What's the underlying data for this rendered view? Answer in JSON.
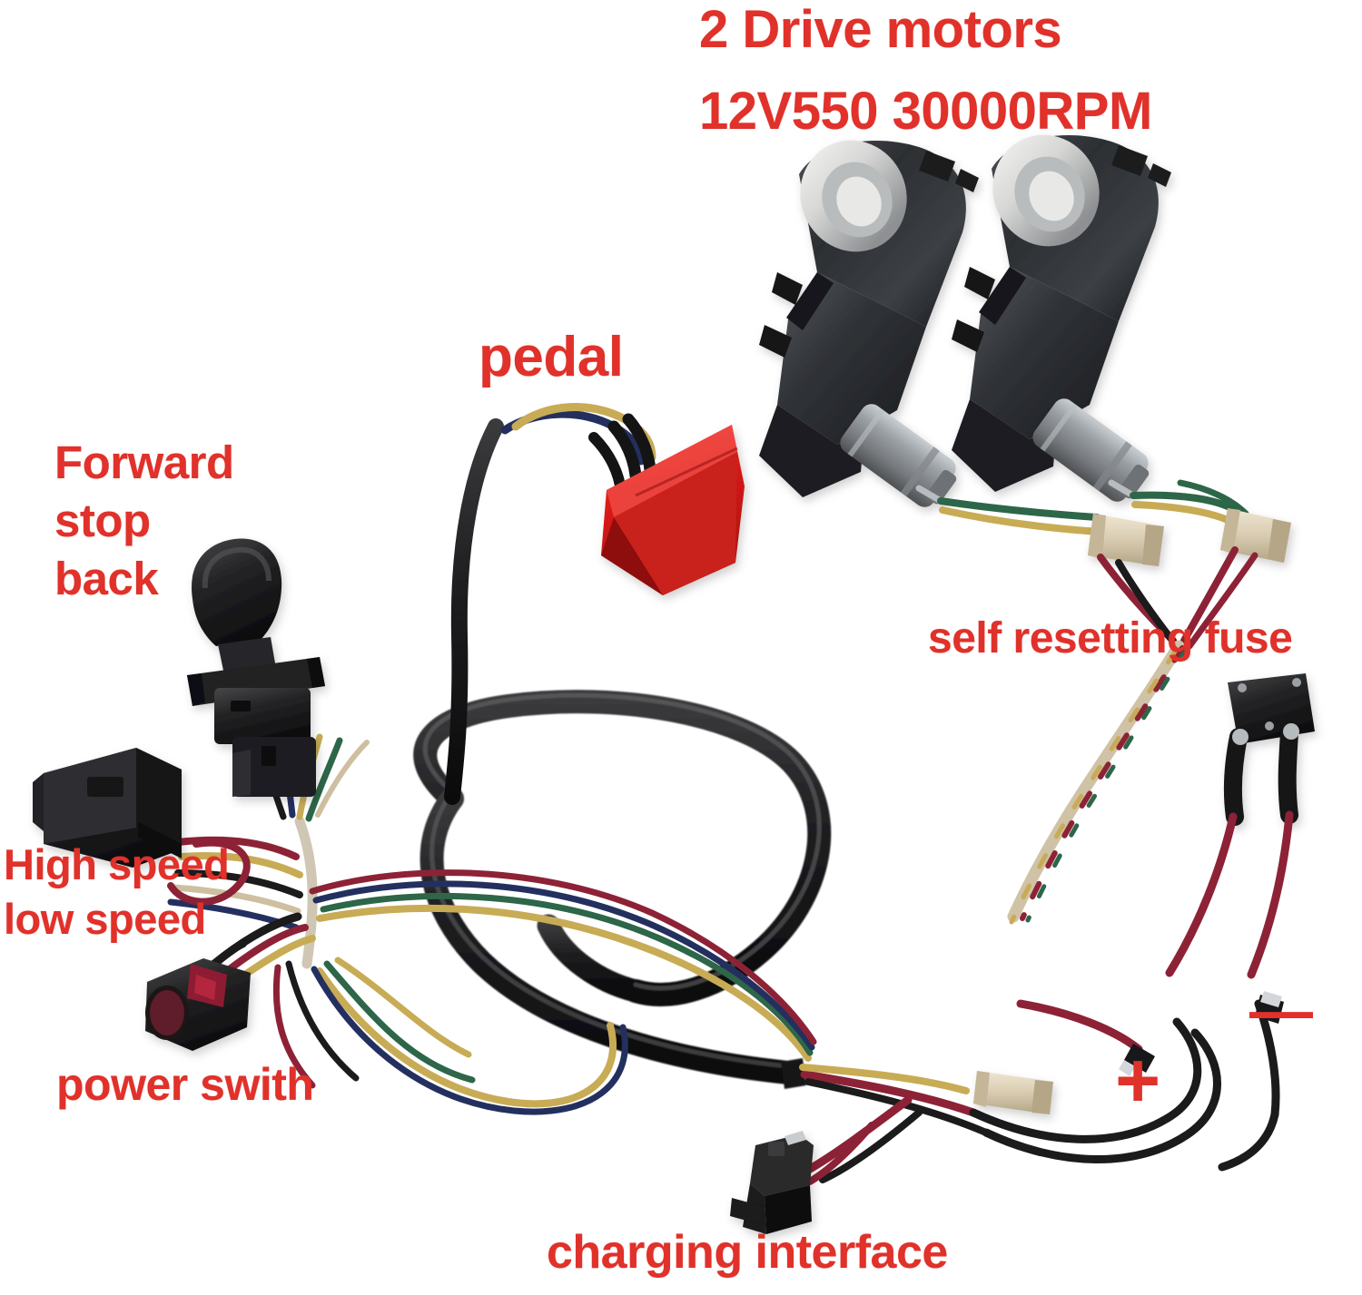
{
  "image": {
    "kind": "product-photo-annotated",
    "subject": "ride-on car wiring harness kit",
    "background_color": "#ffffff",
    "label_color": "#e0312a"
  },
  "labels": {
    "motors": "2 Drive motors\n12V550 30000RPM",
    "motors_line1": "2 Drive motors",
    "motors_line2": "12V550 30000RPM",
    "pedal": "pedal",
    "shifter": "Forward\nstop\nback",
    "shifter_line1": "Forward",
    "shifter_line2": "stop",
    "shifter_line3": "back",
    "speed": "High speed\nlow speed",
    "speed_line1": "High speed",
    "speed_line2": "low speed",
    "power_switch": "power swith",
    "fuse": "self resetting fuse",
    "charging": "charging interface",
    "plus": "+",
    "minus": "—"
  },
  "components": [
    {
      "name": "drive-motor-left",
      "label_ref": "motors"
    },
    {
      "name": "drive-motor-right",
      "label_ref": "motors"
    },
    {
      "name": "pedal-switch",
      "label_ref": "pedal"
    },
    {
      "name": "gear-shifter",
      "label_ref": "shifter"
    },
    {
      "name": "speed-connector",
      "label_ref": "speed"
    },
    {
      "name": "power-switch",
      "label_ref": "power_switch"
    },
    {
      "name": "self-resetting-fuse",
      "label_ref": "fuse"
    },
    {
      "name": "charging-port",
      "label_ref": "charging"
    },
    {
      "name": "battery-positive-lead",
      "label_ref": "plus"
    },
    {
      "name": "battery-negative-lead",
      "label_ref": "minus"
    }
  ],
  "colors": {
    "label_red": "#e0312a",
    "pedal_red": "#e8201c",
    "wire_red": "#a8243a",
    "wire_yellow": "#cdb05a",
    "wire_green": "#2f6b4a",
    "wire_blue": "#2b3b6b",
    "wire_black": "#1a1a1a",
    "wire_white": "#efe9dd",
    "connector_tan": "#d9cdb5",
    "plastic_black": "#272727",
    "motor_can": "#9aa0a5"
  }
}
